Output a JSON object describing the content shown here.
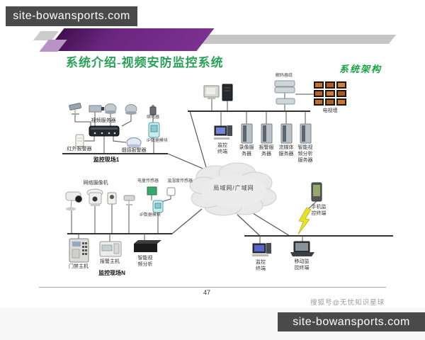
{
  "watermark": {
    "top": "site-bowansports.com",
    "bottom": "site-bowansports.com"
  },
  "header": {
    "title": "系统介绍-视频安防监控系统",
    "corner_label": "系统架构"
  },
  "footer": {
    "page_number": "47",
    "credit": "搜狐号@无忧知识星球"
  },
  "colors": {
    "accent_purple": "#6b2680",
    "title_green": "#2aa158",
    "corner_green": "#18a244",
    "watermark_bg": "#4a4a4a",
    "lightning_yellow": "#e8e224",
    "tv_wall_orange": "#c9732e"
  },
  "diagram": {
    "cloud_label": "局域网/广域网",
    "site1": {
      "name": "监控现场1",
      "video_server": "视频服务器",
      "ir_alarm": "红外报警器",
      "smoke_alarm": "烟感报警器",
      "relay": "继电器",
      "ip_module": "IP数据模块"
    },
    "center": {
      "decoder_group": "解码器组",
      "tv_wall": "电视墙",
      "monitor_terminal": "监控\n终端",
      "servers": [
        {
          "label": "录像服\n务器"
        },
        {
          "label": "报警服\n务器"
        },
        {
          "label": "流媒体\n服务器"
        },
        {
          "label": "智能视\n频分析\n服务器"
        }
      ]
    },
    "siteN": {
      "name": "监控现场N",
      "network_camera": "网络摄像机",
      "power_sensor": "电量传感器",
      "temp_humidity_sensor": "温湿度传感器",
      "ip_module": "IP数据模块",
      "access_host": "门禁主机",
      "alarm_host": "报警主机",
      "video_analysis": "智能视\n频分析"
    },
    "remote": {
      "phone_terminal": "手机监\n控终端",
      "monitor_terminal": "监控\n终端",
      "mobile_terminal": "移动监\n控终端"
    }
  }
}
